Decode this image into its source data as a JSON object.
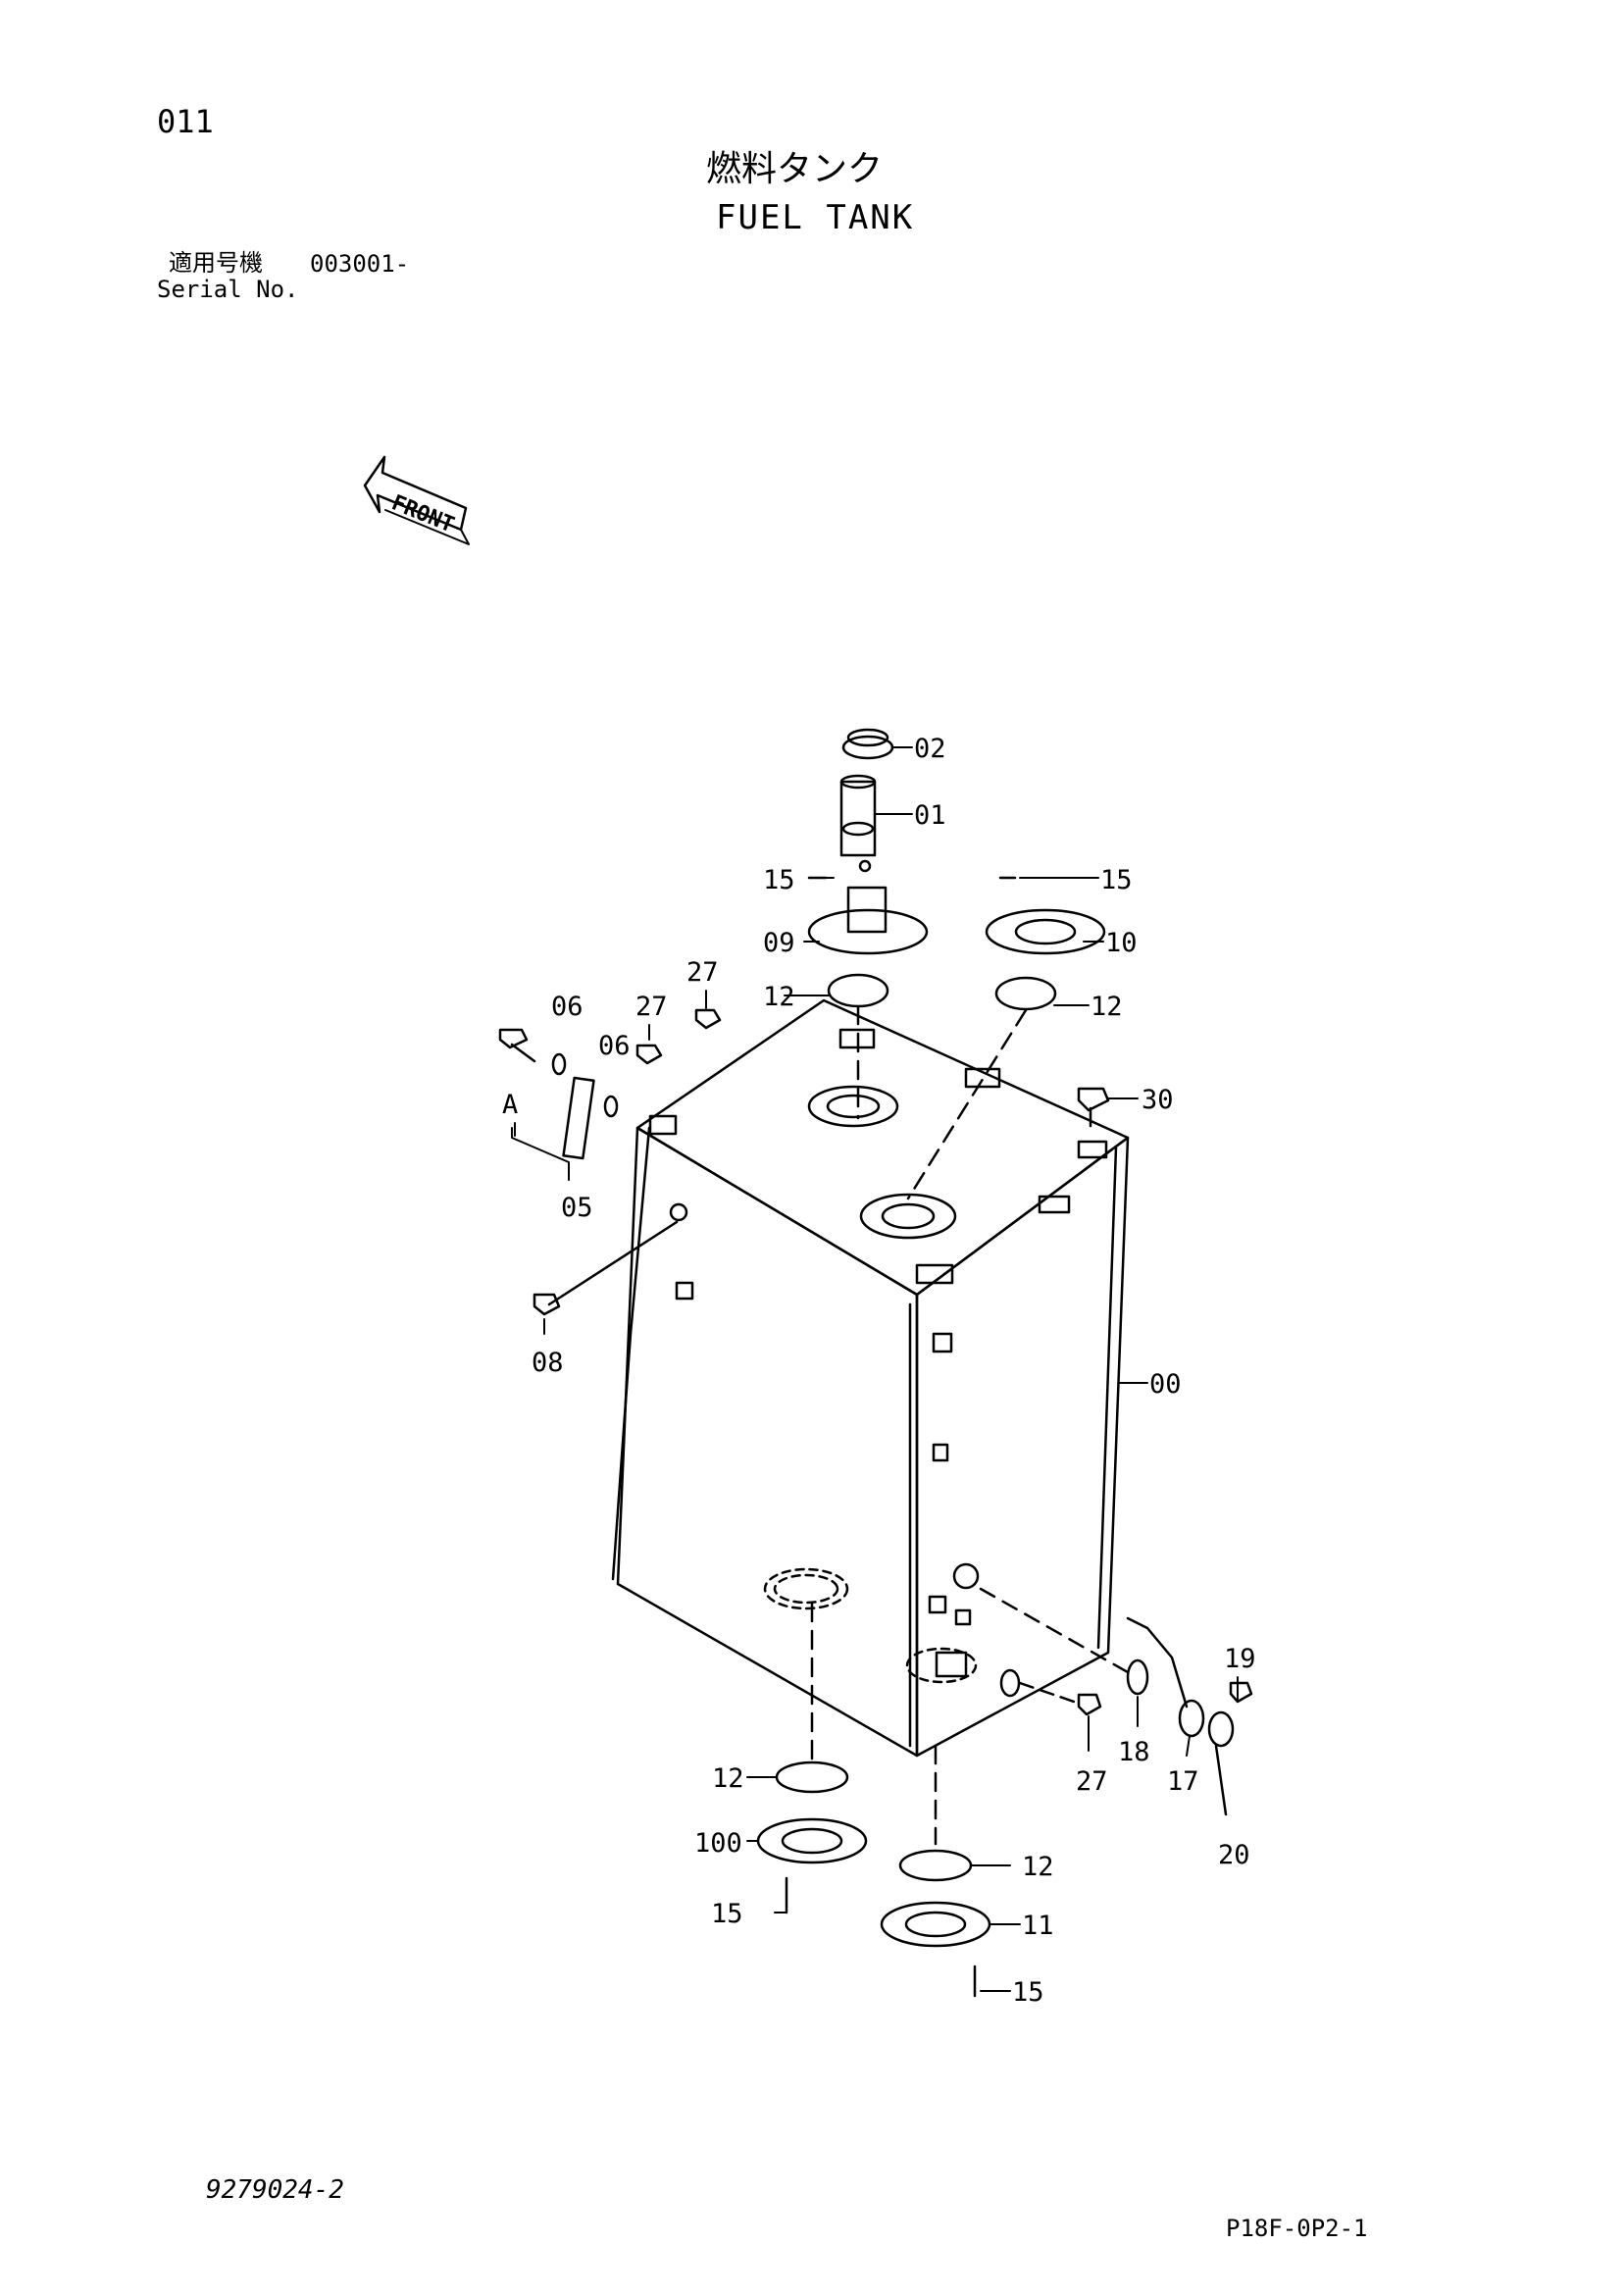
{
  "header": {
    "page_number": "011",
    "title_jp": "燃料タンク",
    "title_en": "FUEL TANK",
    "serial_label_jp": "適用号機",
    "serial_value": "003001-",
    "serial_label_en": "Serial No."
  },
  "front_marker": "FRONT",
  "callouts": {
    "c02": "02",
    "c01": "01",
    "c15a": "15",
    "c15b": "15",
    "c09": "09",
    "c10": "10",
    "c12a": "12",
    "c12b": "12",
    "c27a": "27",
    "c27b": "27",
    "c06a": "06",
    "c06b": "06",
    "cA": "A",
    "c05": "05",
    "c30": "30",
    "c08": "08",
    "c00": "00",
    "c19": "19",
    "c18": "18",
    "c17": "17",
    "c27c": "27",
    "c20": "20",
    "c12c": "12",
    "c100": "100",
    "c15c": "15",
    "c12d": "12",
    "c11": "11",
    "c15d": "15"
  },
  "footer": {
    "doc_number": "9279024-2",
    "page_code": "P18F-0P2-1"
  }
}
